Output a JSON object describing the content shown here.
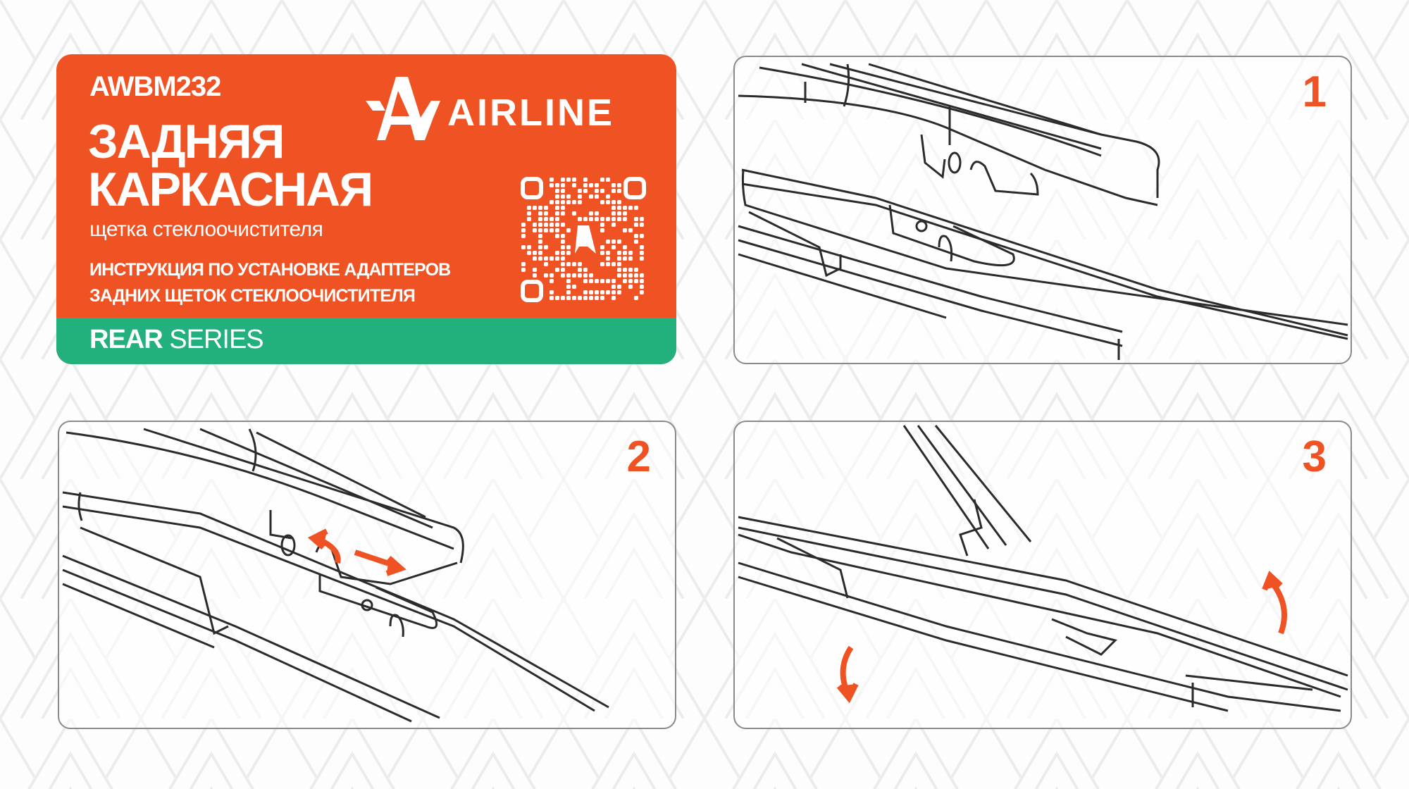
{
  "product": {
    "sku": "AWBM232",
    "title_line1": "ЗАДНЯЯ",
    "title_line2": "КАРКАСНАЯ",
    "subtitle": "щетка стеклоочистителя",
    "instruction_line1": "ИНСТРУКЦИЯ ПО УСТАНОВКЕ АДАПТЕРОВ",
    "instruction_line2": "ЗАДНИХ ЩЕТОК СТЕКЛООЧИСТИТЕЛЯ",
    "series_bold": "REAR",
    "series_rest": "SERIES",
    "brand": "AIRLINE"
  },
  "steps": [
    {
      "number": "1"
    },
    {
      "number": "2"
    },
    {
      "number": "3"
    }
  ],
  "colors": {
    "accent": "#ef5323",
    "series": "#22b07d",
    "line": "#2b2b2b"
  }
}
